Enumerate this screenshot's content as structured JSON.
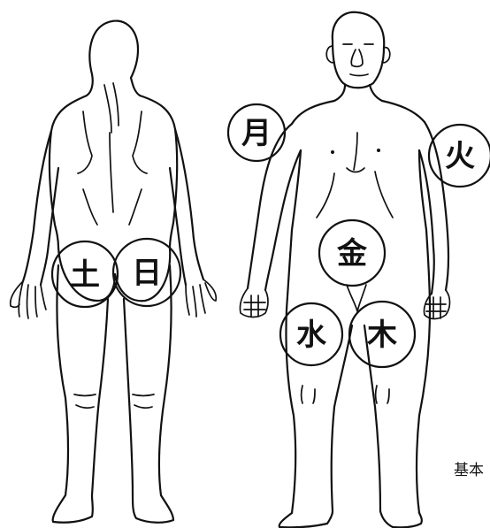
{
  "figure": {
    "caption": "基本",
    "zones": {
      "sat": "土",
      "sun": "日",
      "mon": "月",
      "tue": "火",
      "wed": "水",
      "thu": "木",
      "fri": "金"
    }
  }
}
